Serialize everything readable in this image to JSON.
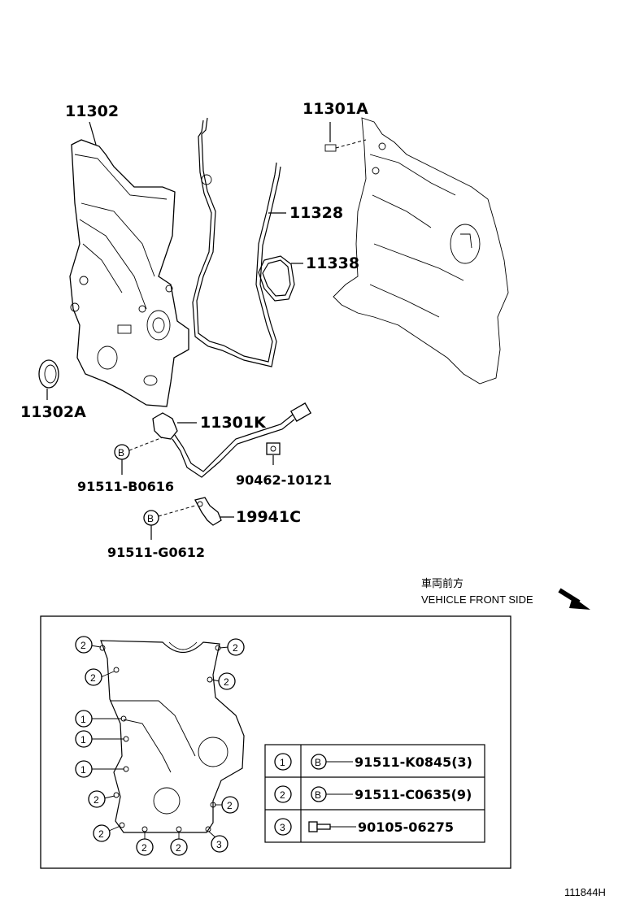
{
  "parts": {
    "p11302": "11302",
    "p11301A": "11301A",
    "p11328": "11328",
    "p11338": "11338",
    "p11302A": "11302A",
    "p11301K": "11301K",
    "p91511B0616": "91511-B0616",
    "p9046210121": "90462-10121",
    "p19941C": "19941C",
    "p91511G0612": "91511-G0612"
  },
  "bolt_marker": "B",
  "direction": {
    "jp": "車両前方",
    "en": "VEHICLE FRONT SIDE"
  },
  "legend": {
    "rows": [
      {
        "num": "1",
        "marker": "B",
        "part": "91511-K0845(3)"
      },
      {
        "num": "2",
        "marker": "B",
        "part": "91511-C0635(9)"
      },
      {
        "num": "3",
        "marker": "",
        "part": "90105-06275"
      }
    ]
  },
  "callouts": [
    "1",
    "2",
    "3"
  ],
  "footer_code": "111844H"
}
